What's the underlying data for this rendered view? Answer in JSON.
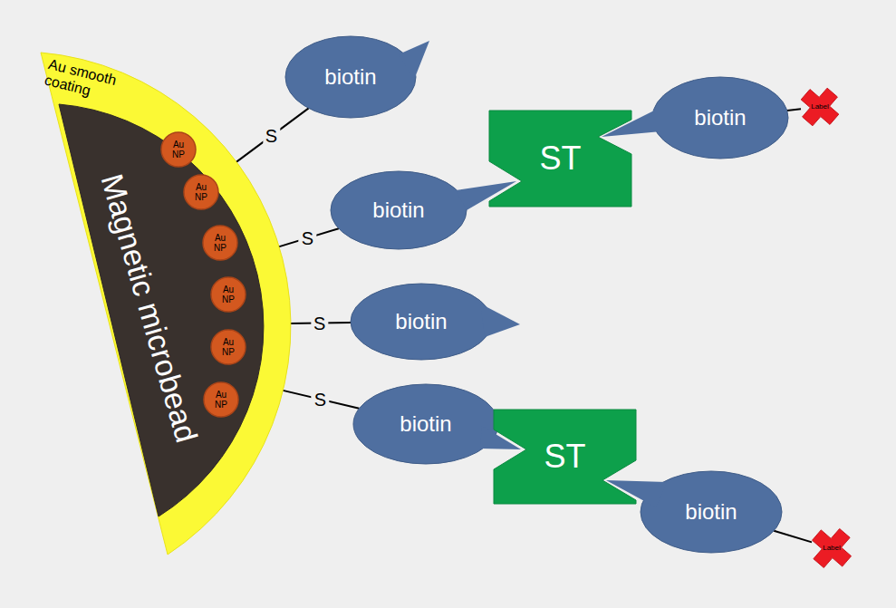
{
  "diagram": {
    "nodes": [
      {
        "text": [
          "Au smooth coating"
        ]
      },
      {
        "text": [
          "Magnetic microbead"
        ],
        "in": 0
      },
      {
        "text": [
          "Au NP"
        ],
        "in": 0
      },
      {
        "text": [
          "Au NP"
        ],
        "in": 0
      },
      {
        "text": [
          "Au NP"
        ],
        "in": 0
      },
      {
        "text": [
          "Au NP"
        ],
        "in": 0
      },
      {
        "text": [
          "Au NP"
        ],
        "in": 0
      },
      {
        "text": [
          "Au NP"
        ],
        "in": 0
      },
      {
        "text": [
          "biotin"
        ]
      },
      {
        "text": [
          "biotin"
        ]
      },
      {
        "text": [
          "ST"
        ]
      },
      {
        "text": [
          "biotin"
        ]
      },
      {
        "text": [
          "Label"
        ]
      },
      {
        "text": [
          "biotin"
        ]
      },
      {
        "text": [
          "biotin"
        ]
      },
      {
        "text": [
          "ST"
        ]
      },
      {
        "text": [
          "biotin"
        ]
      },
      {
        "text": [
          "Label"
        ]
      }
    ],
    "edges": [
      {
        "from": 0,
        "to": 8,
        "label": "S",
        "arrow": "none"
      },
      {
        "from": 0,
        "to": 9,
        "label": "S",
        "arrow": "none"
      },
      {
        "from": 0,
        "to": 13,
        "label": "S",
        "arrow": "none"
      },
      {
        "from": 0,
        "to": 14,
        "label": "S",
        "arrow": "none"
      },
      {
        "from": 11,
        "to": 12,
        "arrow": "none"
      },
      {
        "from": 16,
        "to": 17,
        "arrow": "none"
      }
    ]
  }
}
